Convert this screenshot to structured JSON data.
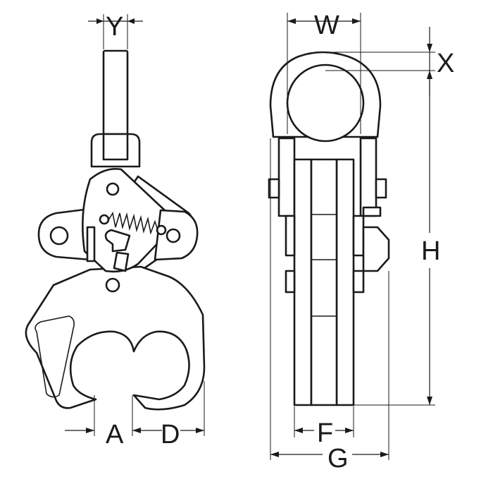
{
  "labels": {
    "Y": "Y",
    "W": "W",
    "X": "X",
    "H": "H",
    "A": "A",
    "D": "D",
    "F": "F",
    "G": "G"
  },
  "colors": {
    "line": "#1a1a1a",
    "background": "#ffffff"
  }
}
